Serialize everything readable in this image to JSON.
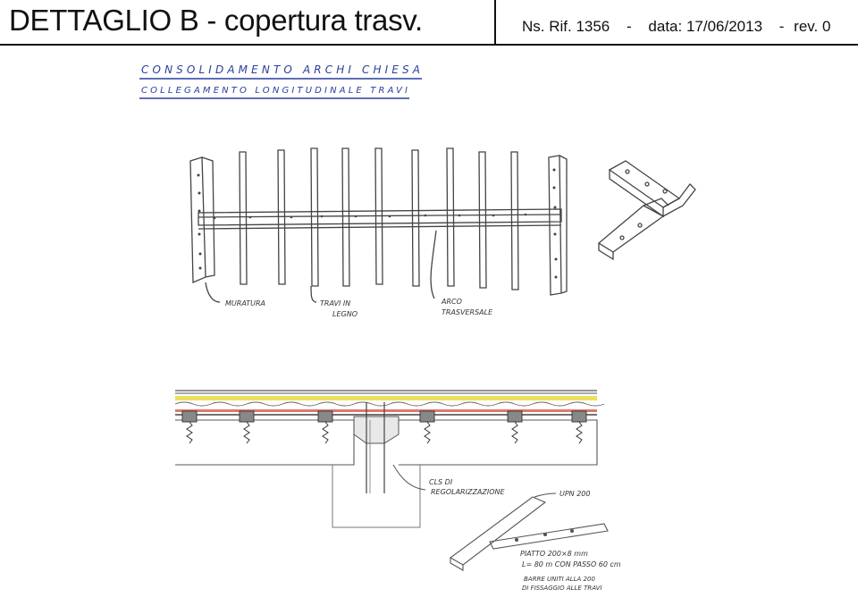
{
  "header": {
    "title": "DETTAGLIO B - copertura trasv.",
    "ref": "Ns. Rif. 1356",
    "date": "data: 17/06/2013",
    "rev": "rev. 0"
  },
  "notes": {
    "line1": "CONSOLIDAMENTO ARCHI CHIESA",
    "line2": "COLLEGAMENTO LONGITUDINALE TRAVI"
  },
  "labels": {
    "muratura": "MURATURA",
    "travi_1": "TRAVI IN",
    "travi_2": "LEGNO",
    "arco_1": "ARCO",
    "arco_2": "TRASVERSALE",
    "cls_1": "CLS DI",
    "cls_2": "REGOLARIZZAZIONE",
    "upn": "UPN 200",
    "piatto_1": "PIATTO 200×8 mm",
    "piatto_2": "L= 80 m CON PASSO 60 cm",
    "piatto_3": "BARRE UNITI ALLA 200",
    "piatto_4": "DI FISSAGGIO ALLE TRAVI"
  },
  "colors": {
    "ink_blue": "#2b3f9e",
    "pencil": "#555555",
    "yellow_layer": "#e6d83a",
    "red_layer": "#d84a3a"
  }
}
